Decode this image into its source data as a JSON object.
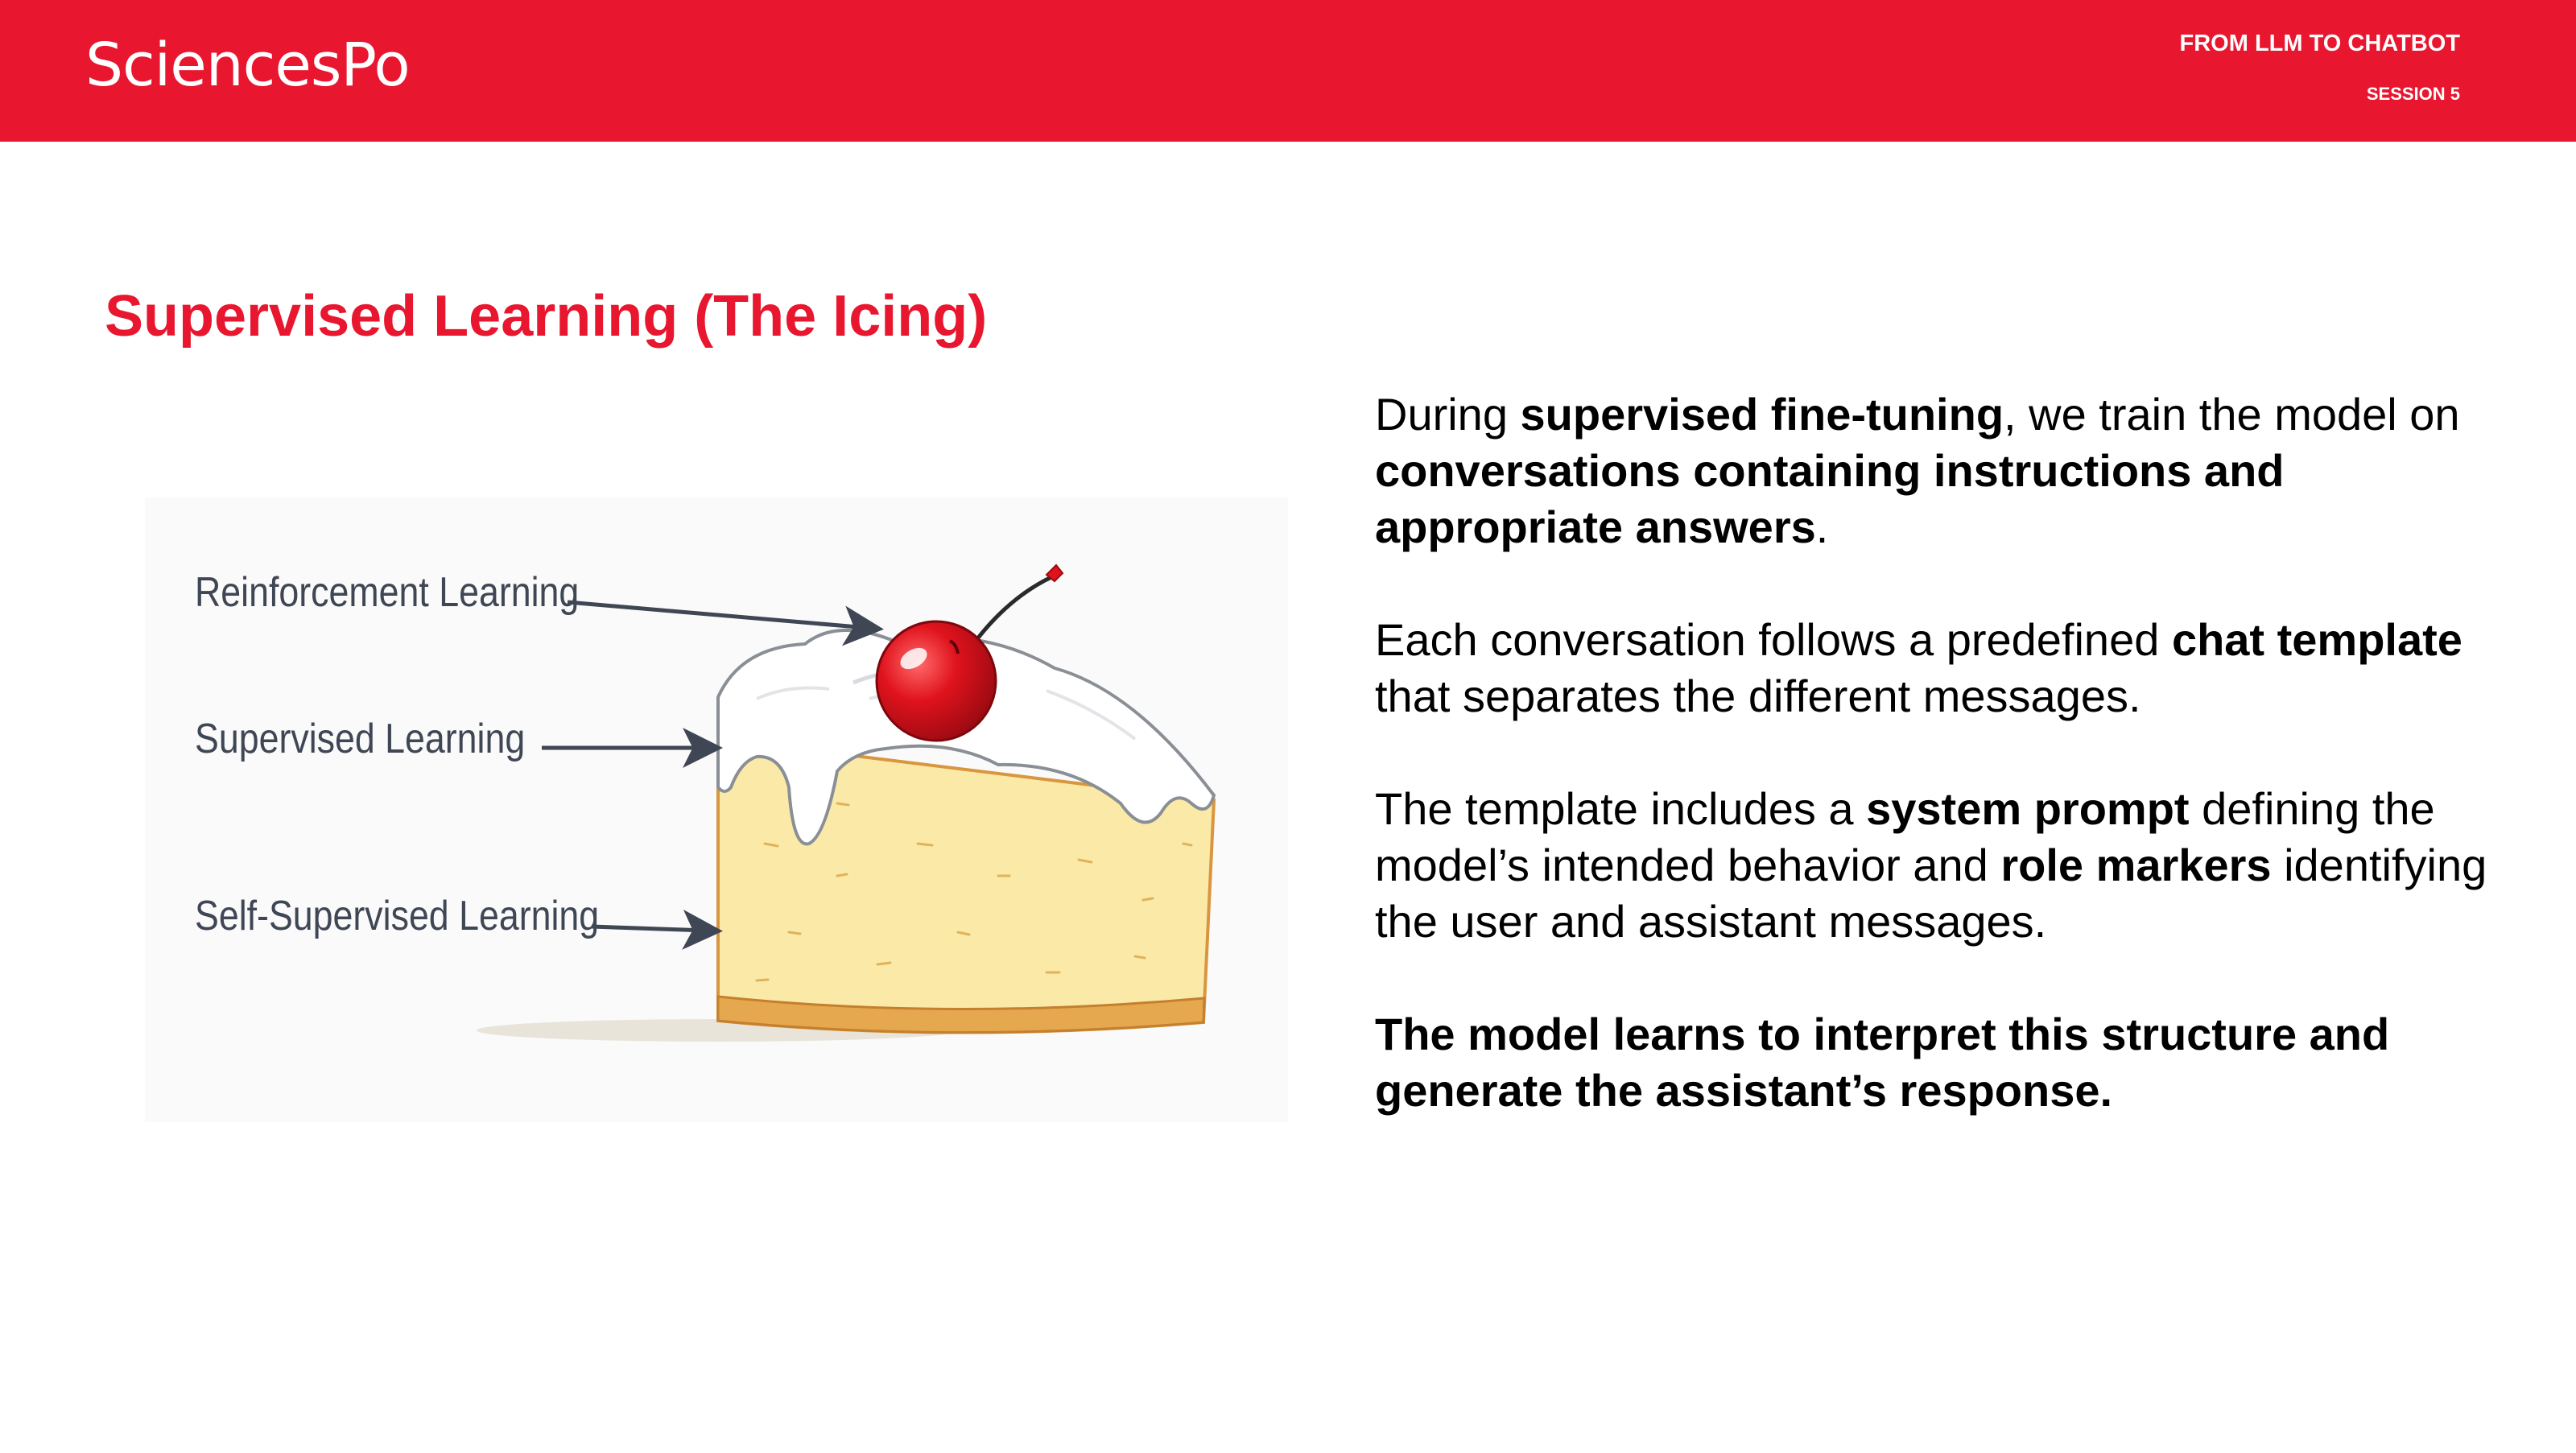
{
  "header": {
    "logo_text": "SciencesPo",
    "course_title": "FROM LLM TO CHATBOT",
    "session": "SESSION 5"
  },
  "slide": {
    "title": "Supervised Learning (The Icing)"
  },
  "figure": {
    "labels": {
      "top": "Reinforcement Learning",
      "middle": "Supervised Learning",
      "bottom": "Self-Supervised Learning"
    },
    "icons": [
      "cherry-icon",
      "cake-slice-icon",
      "arrow-icon"
    ]
  },
  "body": {
    "p1": {
      "t1": "During ",
      "b1": "supervised fine-tuning",
      "t2": ", we train the model on ",
      "b2": "conversations containing instructions and appropriate answers",
      "t3": "."
    },
    "p2": {
      "t1": "Each conversation follows a predefined ",
      "b1": "chat template",
      "t2": " that separates the different messages."
    },
    "p3": {
      "t1": "The template includes a ",
      "b1": "system prompt",
      "t2": " defining the model’s intended behavior and ",
      "b2": "role markers",
      "t3": " identifying the user and assistant messages."
    },
    "p4": {
      "b1": "The model learns to interpret this structure and generate the assistant’s response."
    }
  },
  "colors": {
    "brand_red": "#e8162e",
    "label_gray": "#3f4654",
    "cake_sponge": "#fbe9a8",
    "cake_crust": "#e6b45a",
    "cherry": "#e0131d"
  }
}
